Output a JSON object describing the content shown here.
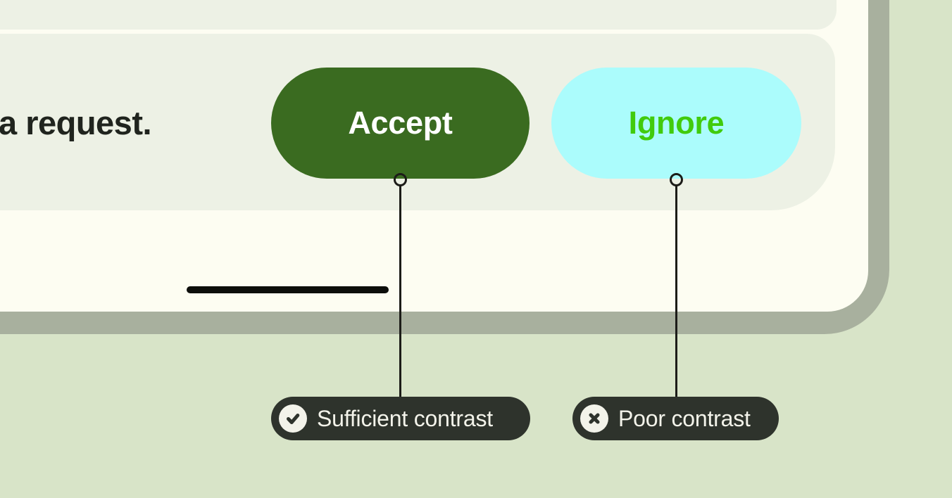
{
  "notification": {
    "message_fragment": "a request.",
    "actions": [
      {
        "label": "Accept"
      },
      {
        "label": "Ignore"
      }
    ]
  },
  "annotations": [
    {
      "label": "Sufficient contrast",
      "icon": "check-circle-icon"
    },
    {
      "label": "Poor contrast",
      "icon": "x-circle-icon"
    }
  ],
  "colors": {
    "page_background": "#d8e4c8",
    "device_frame": "#a8b09e",
    "device_screen": "#fdfdf2",
    "notification_card": "#edf1e5",
    "accept_button_bg": "#3a6b20",
    "accept_button_text": "#ffffff",
    "ignore_button_bg": "#abfcfc",
    "ignore_button_text": "#41cb0c",
    "annotation_pill_bg": "#2e332c",
    "annotation_pill_text": "#f3f3ea",
    "message_text": "#20241e",
    "connector": "#1c1c18"
  }
}
